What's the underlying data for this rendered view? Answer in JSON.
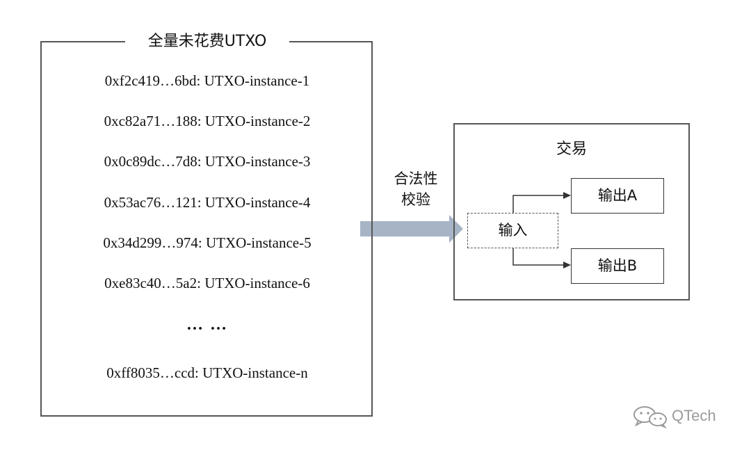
{
  "utxo_set": {
    "title": "全量未花费UTXO",
    "entries": [
      "0xf2c419…6bd: UTXO-instance-1",
      "0xc82a71…188: UTXO-instance-2",
      "0x0c89dc…7d8: UTXO-instance-3",
      "0x53ac76…121: UTXO-instance-4",
      "0x34d299…974: UTXO-instance-5",
      "0xe83c40…5a2: UTXO-instance-6"
    ],
    "ellipsis": "… …",
    "last_entry": "0xff8035…ccd: UTXO-instance-n"
  },
  "validation": {
    "label_line1": "合法性",
    "label_line2": "校验",
    "arrow_color": "#a7b4c6"
  },
  "transaction": {
    "title": "交易",
    "input_label": "输入",
    "output_a_label": "输出A",
    "output_b_label": "输出B"
  },
  "watermark": {
    "text": "QTech",
    "icon": "wechat-icon"
  }
}
